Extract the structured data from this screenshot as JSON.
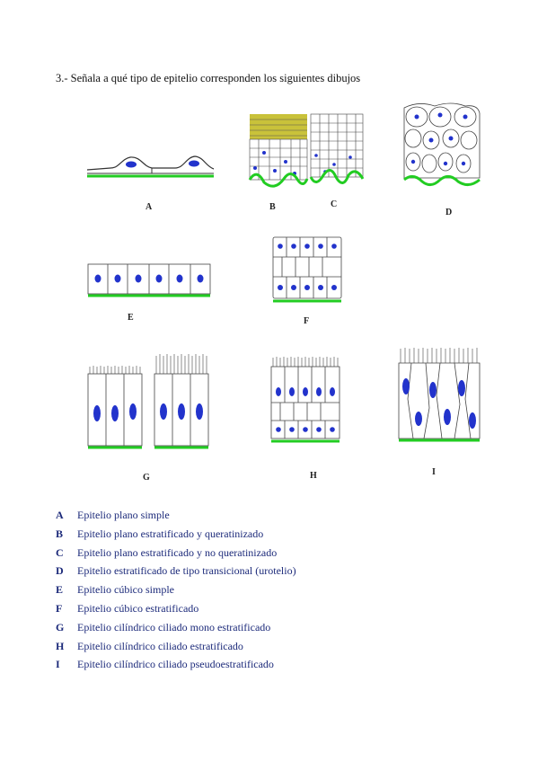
{
  "question": "3.- Señala a qué tipo de epitelio corresponden los siguientes dibujos",
  "colors": {
    "nucleus": "#2233cc",
    "membrane": "#22cc22",
    "keratin": "#c9c23a",
    "outline": "#333333"
  },
  "figure_labels": {
    "A": "A",
    "B": "B",
    "C": "C",
    "D": "D",
    "E": "E",
    "F": "F",
    "G": "G",
    "H": "H",
    "I": "I"
  },
  "answers": [
    {
      "key": "A",
      "text": "Epitelio plano simple"
    },
    {
      "key": "B",
      "text": "Epitelio plano estratificado y queratinizado"
    },
    {
      "key": "C",
      "text": "Epitelio plano estratificado y no queratinizado"
    },
    {
      "key": "D",
      "text": "Epitelio estratificado de tipo transicional (urotelio)"
    },
    {
      "key": "E",
      "text": "Epitelio cúbico simple"
    },
    {
      "key": "F",
      "text": "Epitelio cúbico estratificado"
    },
    {
      "key": "G",
      "text": "Epitelio cilíndrico ciliado mono estratificado"
    },
    {
      "key": "H",
      "text": "Epitelio cilíndrico ciliado estratificado"
    },
    {
      "key": "I",
      "text": "Epitelio cilíndrico ciliado pseudoestratificado"
    }
  ]
}
